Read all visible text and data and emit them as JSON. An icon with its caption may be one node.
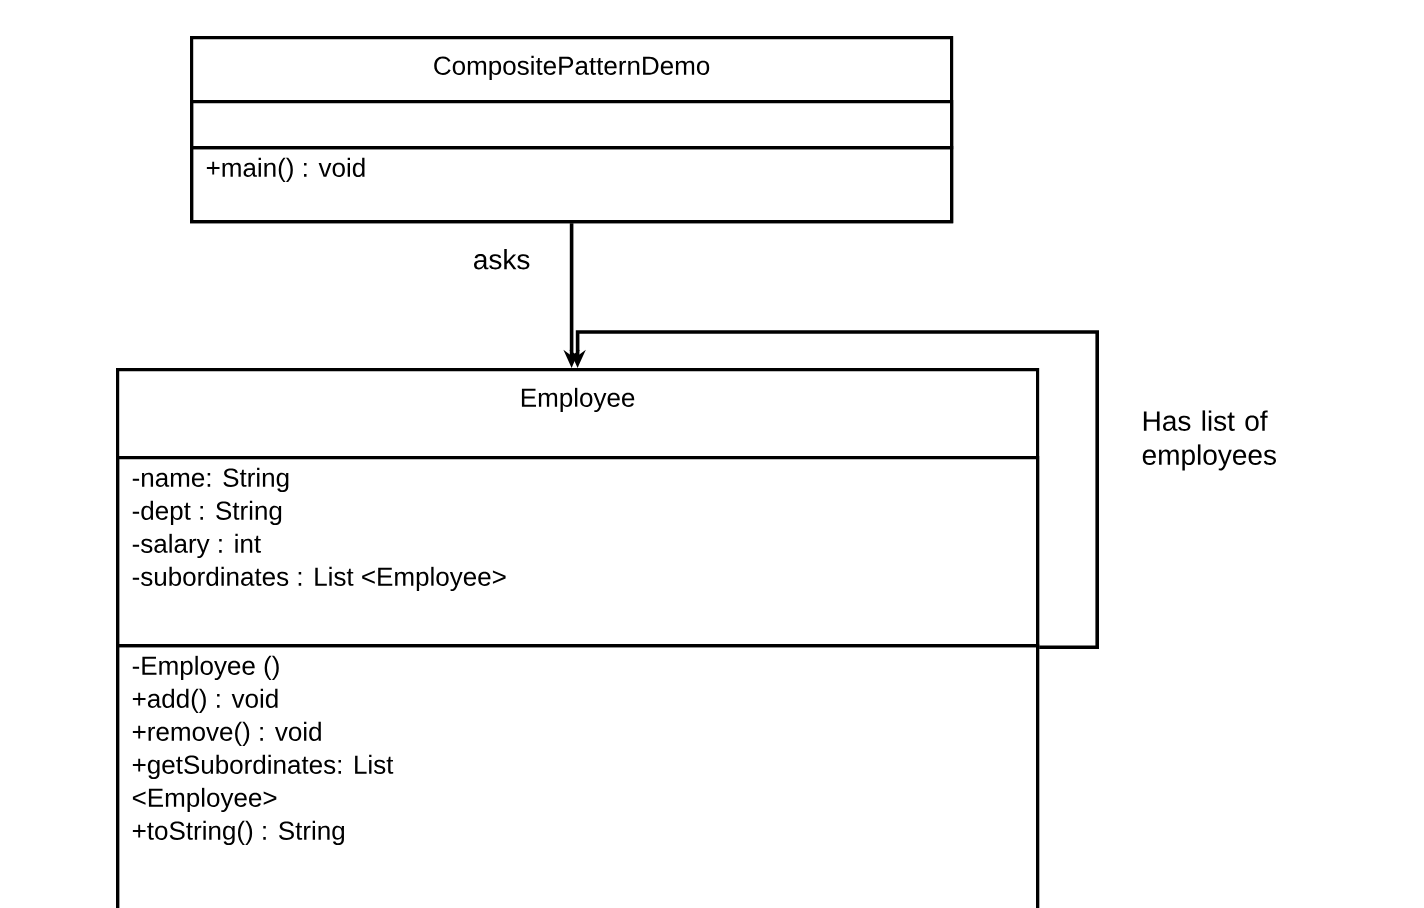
{
  "diagram": {
    "nodes": [
      {
        "text": [
          "CompositePatternDemo"
        ]
      },
      {
        "text": [],
        "shape": "box",
        "in": 0
      },
      {
        "text": [
          "+main() : void"
        ],
        "in": 0
      },
      {
        "text": [
          "Employee"
        ]
      },
      {
        "text": [
          "-name: String",
          "-dept : String",
          "-salary : int",
          "-subordinates : List <Employee>"
        ],
        "in": 3
      },
      {
        "text": [
          "-Employee ()",
          "+add() : void",
          "+remove() : void",
          "+getSubordinates: List",
          "<Employee>",
          "+toString() : String"
        ],
        "in": 3
      }
    ],
    "edges": [
      {
        "from": 0,
        "to": 3,
        "arrow": "to",
        "label": "asks"
      },
      {
        "from": 4,
        "to": 3,
        "arrow": "to",
        "label": "Has list of employees"
      }
    ]
  }
}
